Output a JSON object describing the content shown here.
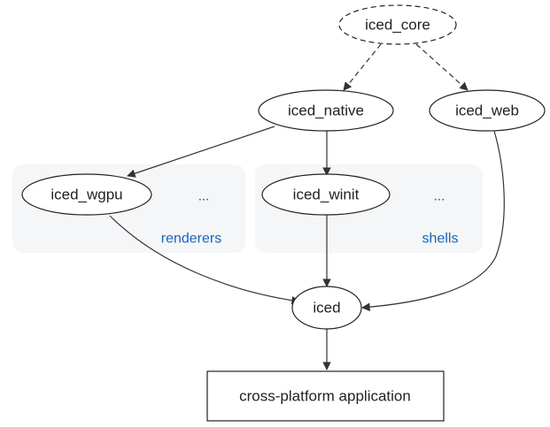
{
  "diagram": {
    "nodes": {
      "iced_core": "iced_core",
      "iced_native": "iced_native",
      "iced_web": "iced_web",
      "iced_wgpu": "iced_wgpu",
      "iced_winit": "iced_winit",
      "iced": "iced",
      "app": "cross-platform application"
    },
    "clusters": {
      "renderers": {
        "label": "renderers",
        "more": "..."
      },
      "shells": {
        "label": "shells",
        "more": "..."
      }
    },
    "edges": [
      {
        "from": "iced_core",
        "to": "iced_native",
        "style": "dashed"
      },
      {
        "from": "iced_core",
        "to": "iced_web",
        "style": "dashed"
      },
      {
        "from": "iced_native",
        "to": "iced_wgpu",
        "style": "solid"
      },
      {
        "from": "iced_native",
        "to": "iced_winit",
        "style": "solid"
      },
      {
        "from": "iced_wgpu",
        "to": "iced",
        "style": "solid"
      },
      {
        "from": "iced_winit",
        "to": "iced",
        "style": "solid"
      },
      {
        "from": "iced_web",
        "to": "iced",
        "style": "solid"
      },
      {
        "from": "iced",
        "to": "app",
        "style": "solid"
      }
    ],
    "colors": {
      "cluster_background": "#f5f6f8",
      "cluster_label": "#1565c0",
      "stroke": "#222222"
    }
  }
}
